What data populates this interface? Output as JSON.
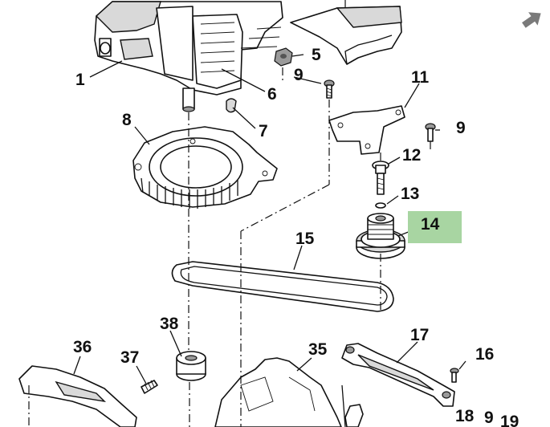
{
  "diagram": {
    "highlight_color": "#a8d5a2",
    "back_icon": "arrow-back-icon",
    "labels": [
      {
        "id": "1",
        "text": "1"
      },
      {
        "id": "5",
        "text": "5"
      },
      {
        "id": "6",
        "text": "6"
      },
      {
        "id": "7",
        "text": "7"
      },
      {
        "id": "8",
        "text": "8"
      },
      {
        "id": "9a",
        "text": "9"
      },
      {
        "id": "9b",
        "text": "9"
      },
      {
        "id": "9c",
        "text": "9"
      },
      {
        "id": "11",
        "text": "11"
      },
      {
        "id": "12",
        "text": "12"
      },
      {
        "id": "13",
        "text": "13"
      },
      {
        "id": "14",
        "text": "14",
        "highlighted": true
      },
      {
        "id": "15",
        "text": "15"
      },
      {
        "id": "16",
        "text": "16"
      },
      {
        "id": "17",
        "text": "17"
      },
      {
        "id": "18",
        "text": "18"
      },
      {
        "id": "19",
        "text": "19"
      },
      {
        "id": "35",
        "text": "35"
      },
      {
        "id": "36",
        "text": "36"
      },
      {
        "id": "37",
        "text": "37"
      },
      {
        "id": "38",
        "text": "38"
      }
    ]
  }
}
